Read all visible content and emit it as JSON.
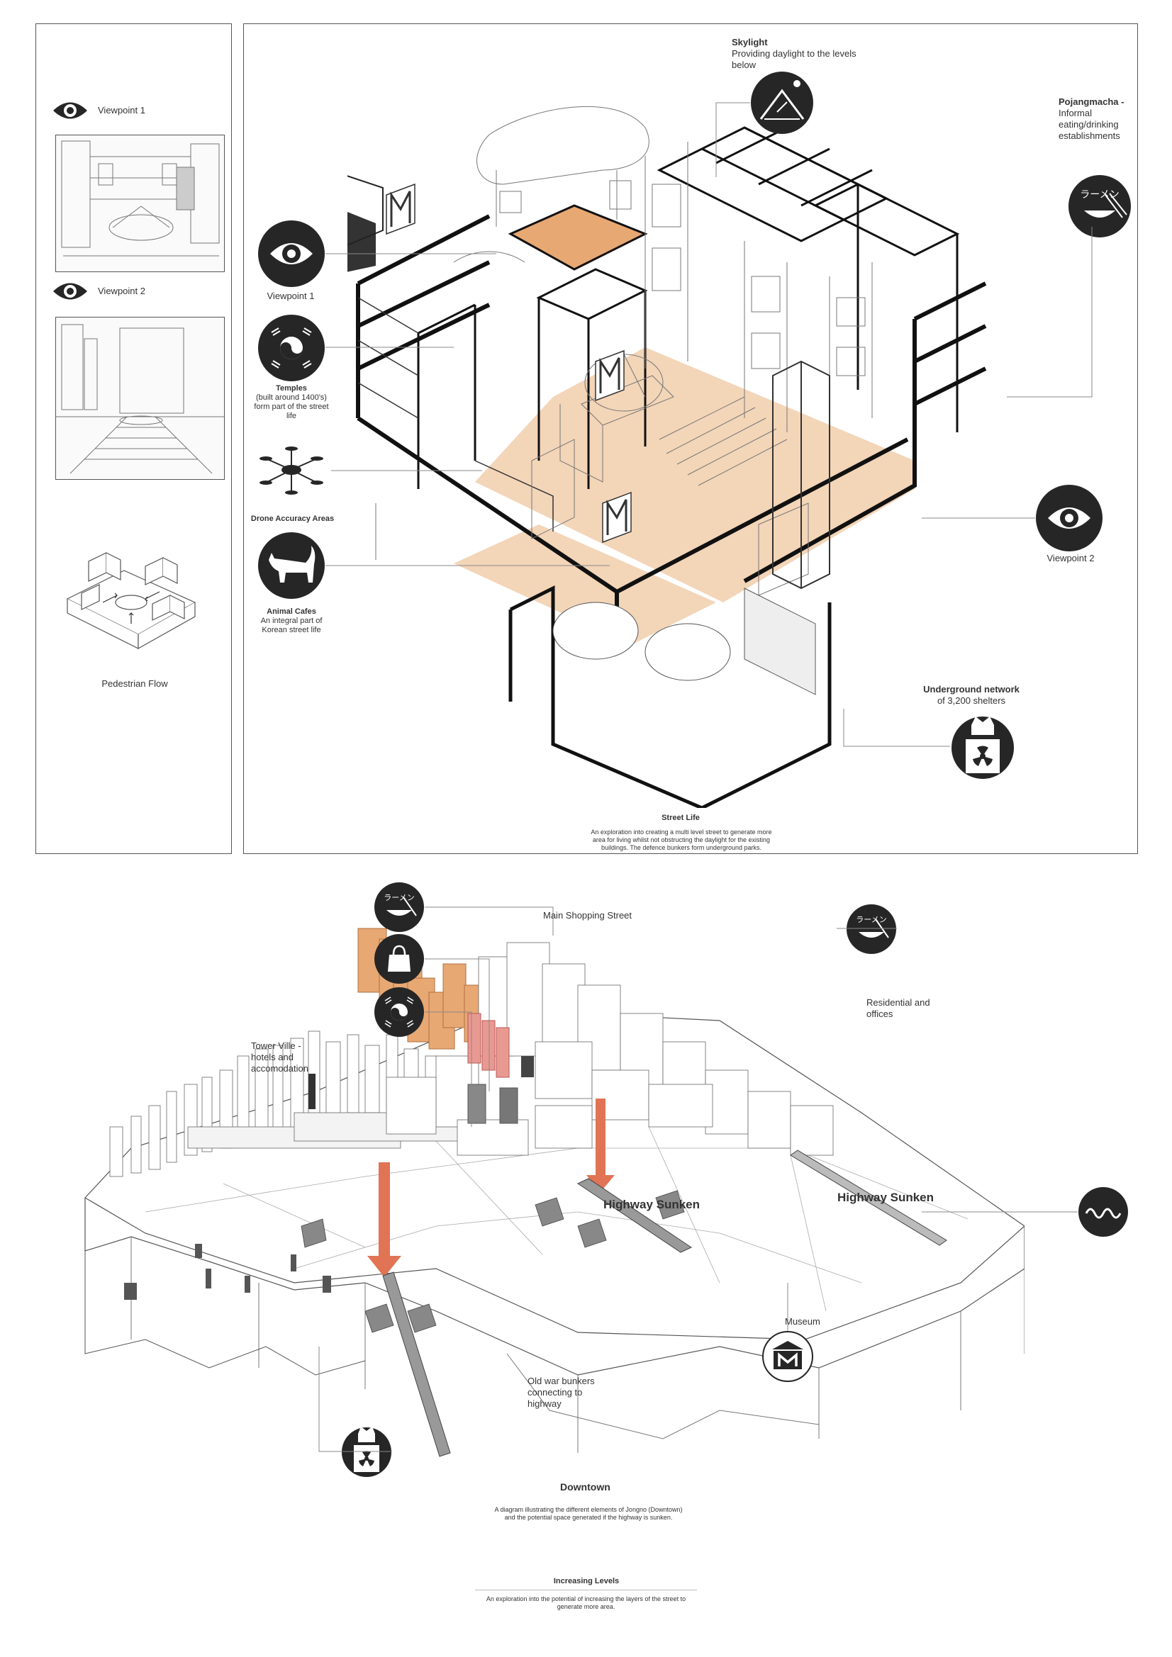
{
  "sidebar": {
    "viewpoint1_label": "Viewpoint 1",
    "viewpoint2_label": "Viewpoint 2",
    "pedestrian_flow_label": "Pedestrian Flow"
  },
  "street_life": {
    "skylight_title": "Skylight",
    "skylight_desc": "Providing daylight to the levels below",
    "pojangmacha_title": "Pojangmacha -",
    "pojangmacha_desc": "Informal eating/drinking establishments",
    "viewpoint1_label": "Viewpoint 1",
    "viewpoint2_label": "Viewpoint 2",
    "temples_title": "Temples",
    "temples_desc": "(built around 1400's) form part of the street life",
    "drone_title": "Drone Accuracy Areas",
    "animal_title": "Animal Cafes",
    "animal_desc": "An integral part of Korean street life",
    "underground_title": "Underground network",
    "underground_desc": "of 3,200 shelters",
    "caption_title": "Street Life",
    "caption_desc": "An exploration into creating a multi level street to generate more area for living whilst not obstructing the daylight for the existing buildings. The defence bunkers form underground parks."
  },
  "downtown": {
    "main_shopping": "Main Shopping Street",
    "tower_ville": "Tower Ville - hotels and accomodation",
    "residential": "Residential and offices",
    "highway_sunken_1": "Highway Sunken",
    "highway_sunken_2": "Highway Sunken",
    "museum": "Museum",
    "bunkers": "Old war bunkers connecting to highway",
    "title": "Downtown",
    "desc": "A diagram illustrating the different elements of Jongno (Downtown) and the potential space generated if the highway is sunken."
  },
  "footer": {
    "title": "Increasing Levels",
    "desc": "An exploration into the potential of increasing the layers of the street to generate more area."
  },
  "icon_glyphs": {
    "ramen": "ラーメン"
  },
  "colors": {
    "accent_orange": "#e8a873",
    "accent_light": "#f3d5b8",
    "arrow_red": "#e07455",
    "red_block": "#e89a92",
    "icon_dark": "#262626"
  }
}
